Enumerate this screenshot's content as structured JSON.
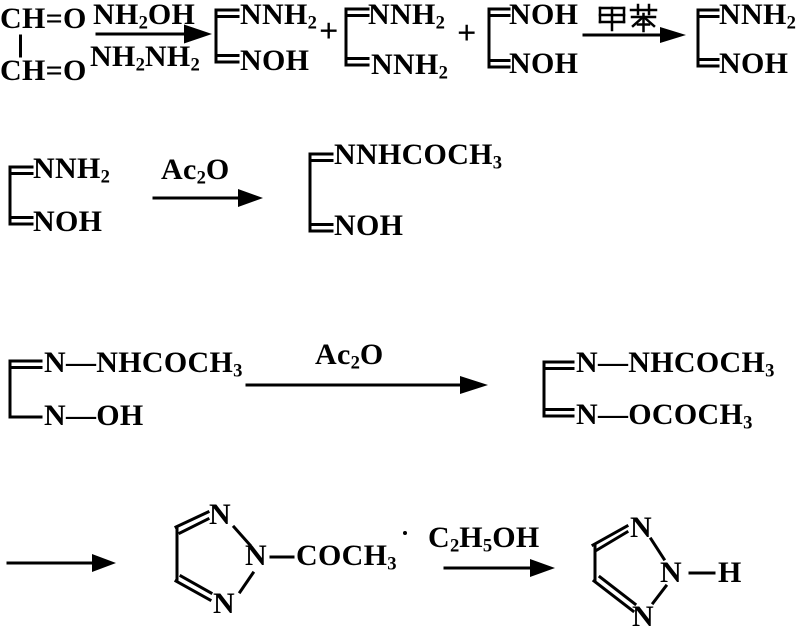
{
  "colors": {
    "ink": "#000000",
    "paper": "#ffffff"
  },
  "scheme": {
    "row1": {
      "glyoxal": {
        "top": "CH=O",
        "bottom": "CH=O"
      },
      "step1": {
        "above": "NH₂OH",
        "below": "NH₂NH₂"
      },
      "productA": {
        "top": "NNH₂",
        "bottom": "NOH"
      },
      "plus1": "+",
      "productB": {
        "top": "NNH₂",
        "bottom": "NNH₂"
      },
      "plus2": "+",
      "productC": {
        "top": "NOH",
        "bottom": "NOH"
      },
      "step2": {
        "above": "甲苯"
      },
      "productD": {
        "top": "NNH₂",
        "bottom": "NOH"
      }
    },
    "row2": {
      "reactant": {
        "top": "NNH₂",
        "bottom": "NOH"
      },
      "step": {
        "above": "Ac₂O"
      },
      "product": {
        "top": "NNHCOCH₃",
        "bottom": "NOH"
      }
    },
    "row3": {
      "reactant": {
        "top": "N—NHCOCH₃",
        "bottom": "N—OH"
      },
      "step": {
        "above": "Ac₂O"
      },
      "product": {
        "top": "N—NHCOCH₃",
        "bottom": "N—OCOCH₃"
      }
    },
    "row4": {
      "triazole1": {
        "n_top": "N",
        "n_center": "N",
        "n_bottom": "N",
        "substituent": "COCH₃"
      },
      "step": {
        "above": "C₂H₅OH"
      },
      "triazole2": {
        "n_top": "N",
        "n_center": "N",
        "n_bottom": "N",
        "substituent": "H"
      }
    }
  }
}
